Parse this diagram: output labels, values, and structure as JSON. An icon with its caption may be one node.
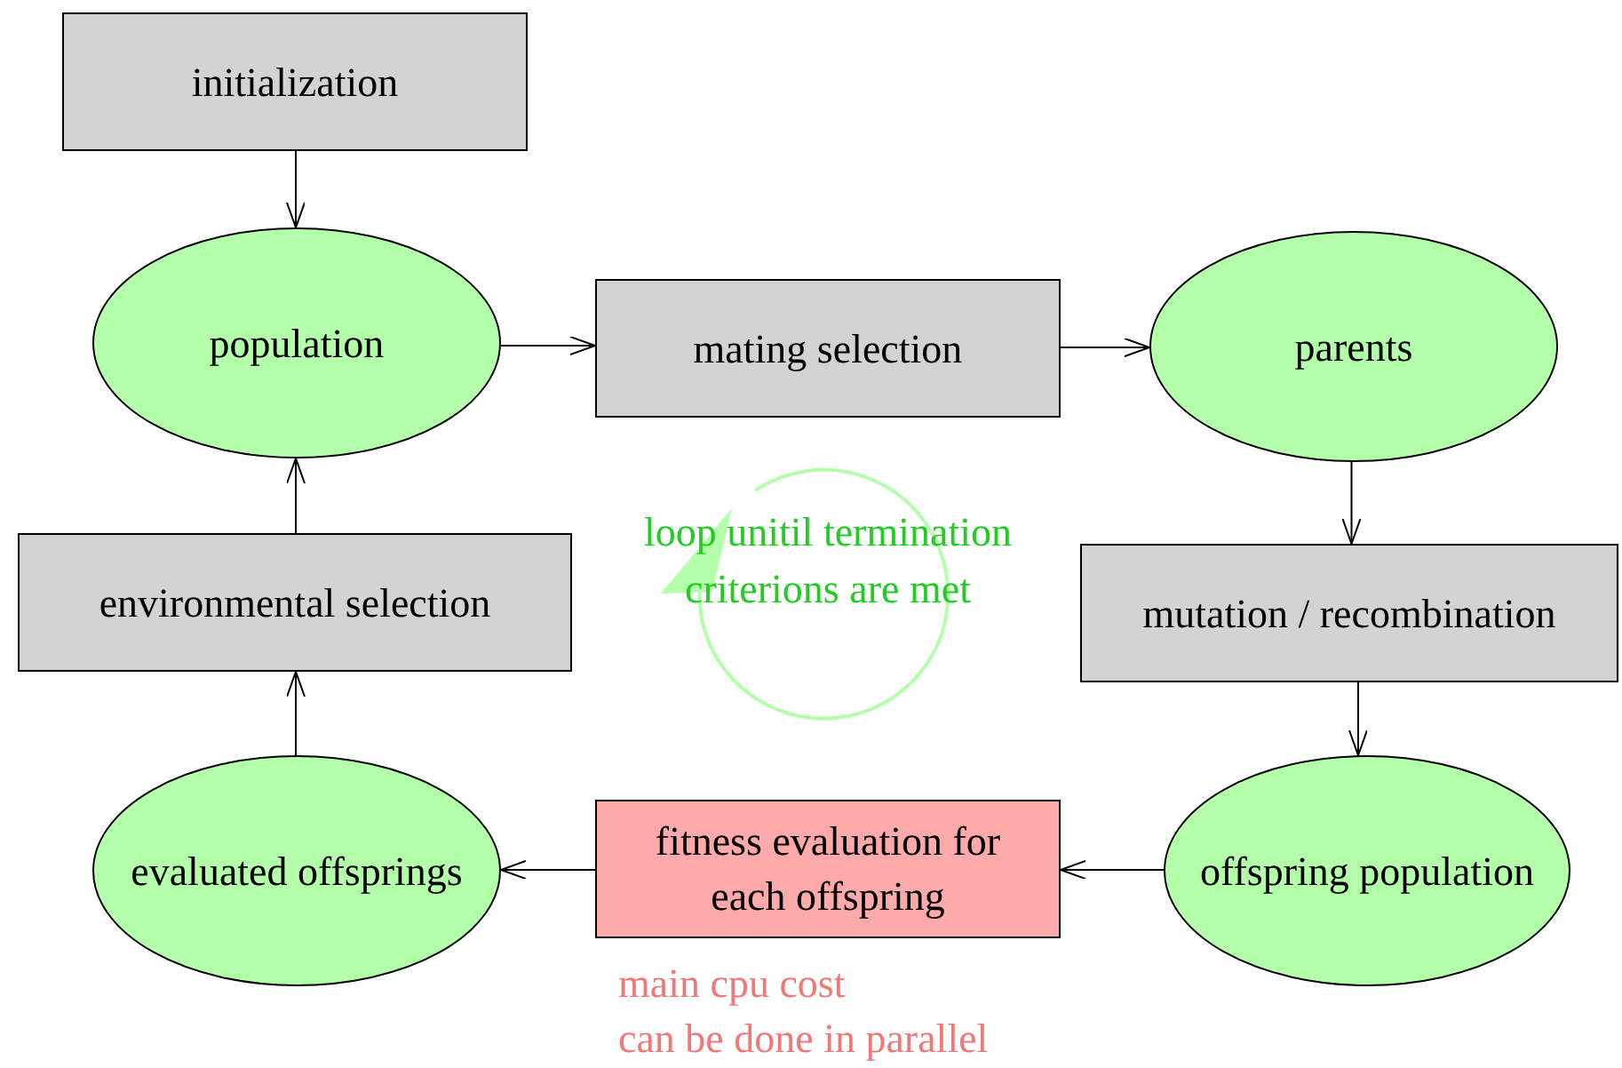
{
  "diagram": {
    "nodes": [
      {
        "text": [
          "initialization"
        ]
      },
      {
        "text": [
          "population"
        ]
      },
      {
        "text": [
          "mating selection"
        ]
      },
      {
        "text": [
          "parents"
        ]
      },
      {
        "text": [
          "mutation / recombination"
        ]
      },
      {
        "text": [
          "offspring population"
        ]
      },
      {
        "text": [
          "fitness evaluation for each offspring"
        ],
        "beside": [
          "main cpu cost",
          "can be done in parallel"
        ]
      },
      {
        "text": [
          "evaluated offsprings"
        ]
      },
      {
        "text": [
          "environmental selection"
        ]
      }
    ],
    "edges": [
      {
        "from": 0,
        "to": 1,
        "arrow": "to"
      },
      {
        "from": 1,
        "to": 2,
        "arrow": "to"
      },
      {
        "from": 2,
        "to": 3,
        "arrow": "to"
      },
      {
        "from": 3,
        "to": 4,
        "arrow": "to"
      },
      {
        "from": 4,
        "to": 5,
        "arrow": "to"
      },
      {
        "from": 5,
        "to": 6,
        "arrow": "to"
      },
      {
        "from": 6,
        "to": 7,
        "arrow": "to"
      },
      {
        "from": 7,
        "to": 8,
        "arrow": "to"
      },
      {
        "from": 8,
        "to": 1,
        "arrow": "to"
      }
    ],
    "labels": [
      "loop unitil termination criterions are met"
    ]
  }
}
